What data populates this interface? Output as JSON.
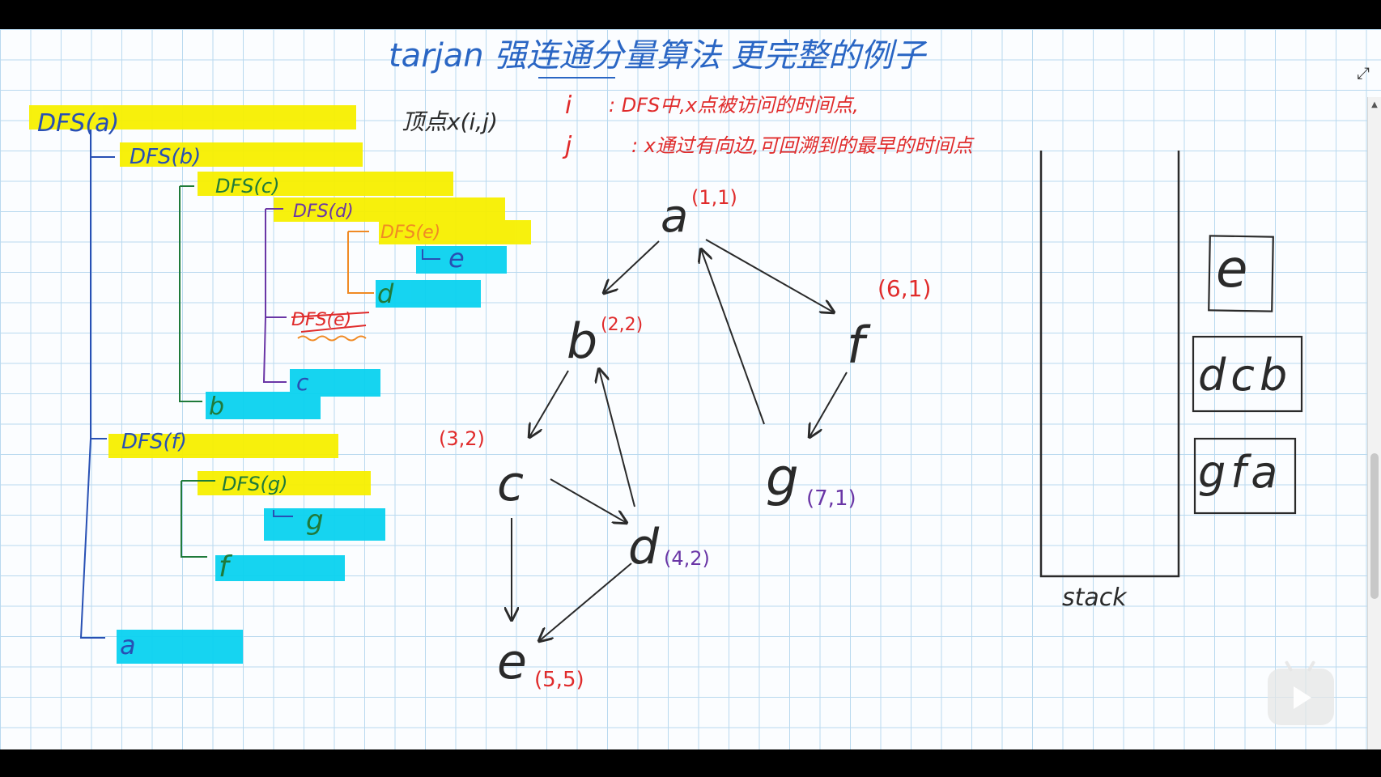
{
  "title": "tarjan 强连通分量算法   更完整的例子",
  "legend": {
    "vertex_notation": "顶点x(i,j)",
    "i_symbol": "i",
    "i_desc": ": DFS中,x点被访问的时间点,",
    "j_symbol": "j",
    "j_desc": ": x通过有向边,可回溯到的最早的时间点"
  },
  "dfs_tree": {
    "dfs_a": "DFS(a)",
    "dfs_b": "DFS(b)",
    "dfs_c": "DFS(c)",
    "dfs_d": "DFS(d)",
    "dfs_e": "DFS(e)",
    "ret_e": "e",
    "ret_d": "d",
    "dfs_e_struck": "DFS(e)",
    "ret_c": "c",
    "ret_b": "b",
    "dfs_f": "DFS(f)",
    "dfs_g": "DFS(g)",
    "ret_g": "g",
    "ret_f": "f",
    "ret_a": "a"
  },
  "graph": {
    "nodes": [
      {
        "id": "a",
        "label": "a",
        "ij": "(1,1)"
      },
      {
        "id": "b",
        "label": "b",
        "ij": "(2,2)"
      },
      {
        "id": "c",
        "label": "c",
        "ij": "(3,2)"
      },
      {
        "id": "d",
        "label": "d",
        "ij": "(4,2)"
      },
      {
        "id": "e",
        "label": "e",
        "ij": "(5,5)"
      },
      {
        "id": "f",
        "label": "f",
        "ij": "(6,1)"
      },
      {
        "id": "g",
        "label": "g",
        "ij": "(7,1)"
      }
    ],
    "edges": [
      [
        "a",
        "b"
      ],
      [
        "a",
        "f"
      ],
      [
        "b",
        "c"
      ],
      [
        "c",
        "d"
      ],
      [
        "c",
        "e"
      ],
      [
        "d",
        "b"
      ],
      [
        "d",
        "e"
      ],
      [
        "f",
        "g"
      ],
      [
        "g",
        "a"
      ]
    ]
  },
  "stack_label": "stack",
  "components": [
    {
      "text": "e"
    },
    {
      "text": "dcb"
    },
    {
      "text": "gfa"
    }
  ],
  "colors": {
    "blue": "#2850b4",
    "green": "#1f7a3a",
    "purple": "#6a36a6",
    "orange": "#f08a24",
    "red": "#e02b2b",
    "yellow": "#f7f000",
    "cyan": "#0ad2f0",
    "ink": "#2a2a2a"
  },
  "icons": [
    "expand-icon",
    "play-icon"
  ]
}
